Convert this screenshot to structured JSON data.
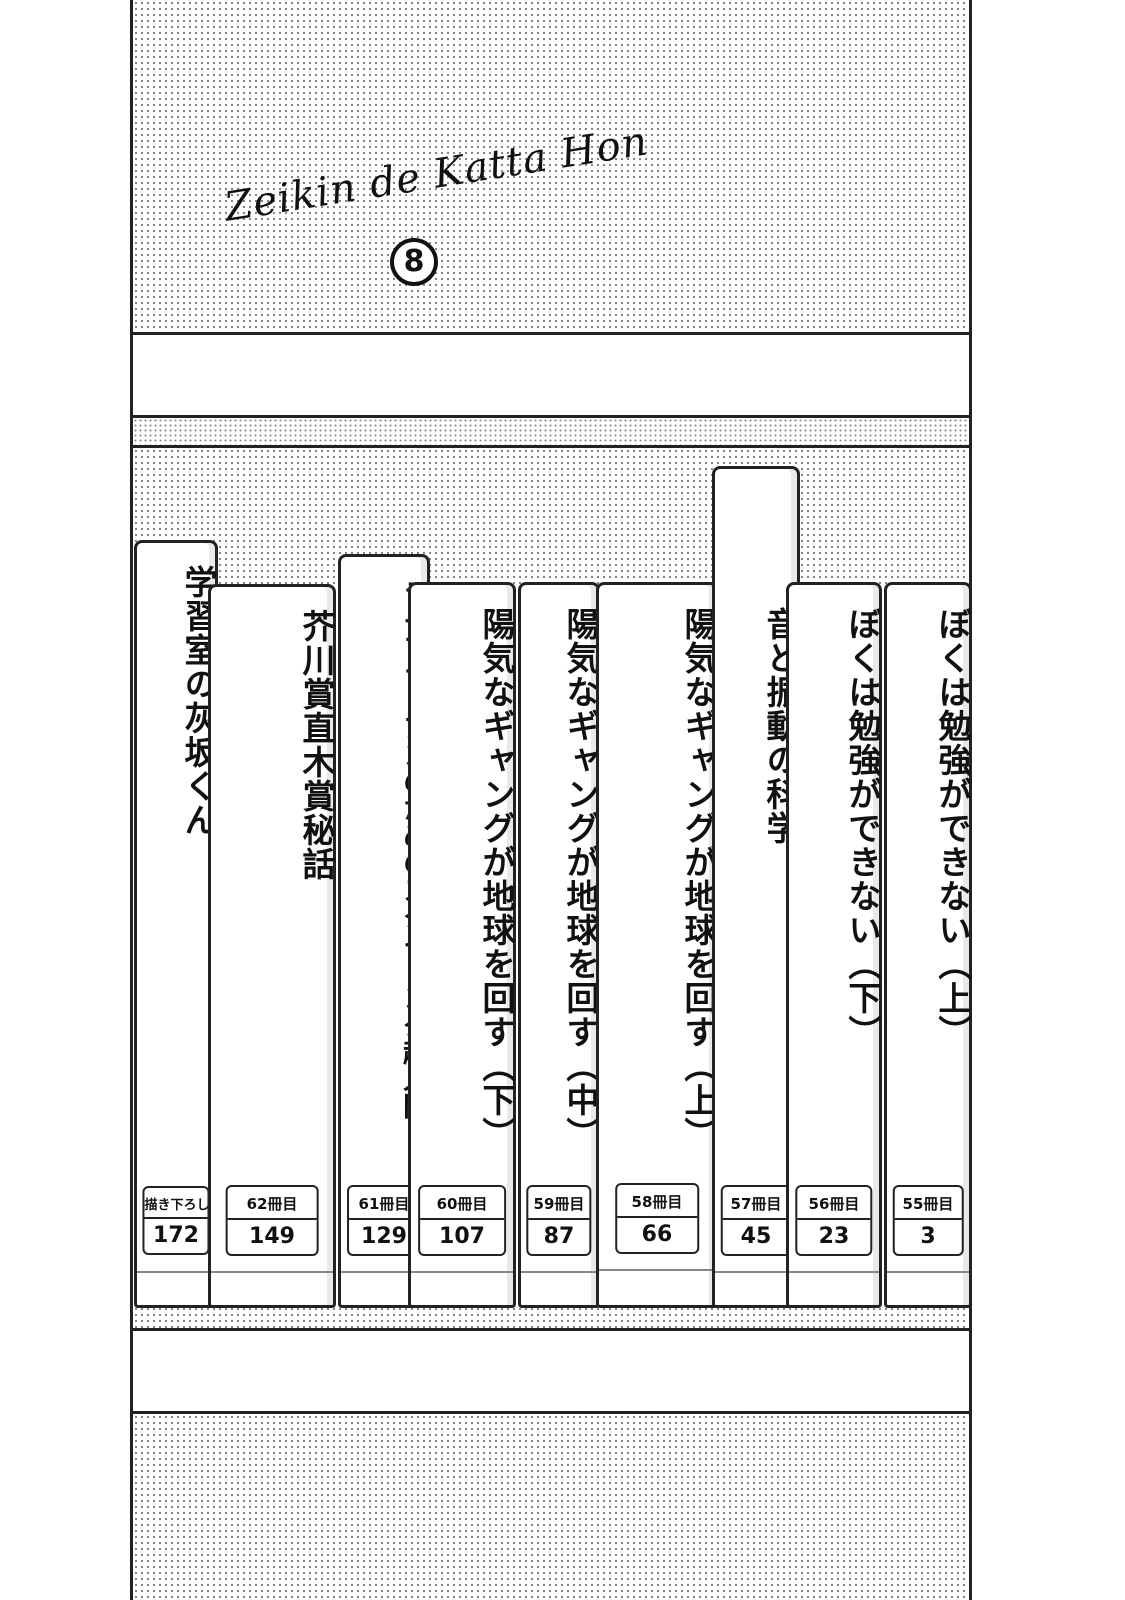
{
  "title": "Zeikin de Katta Hon",
  "volume_mark": "8",
  "books": [
    {
      "spine": "学習室の灰坂くん",
      "label": "描き下ろし",
      "page": "172"
    },
    {
      "spine": "芥川賞直木賞秘話",
      "label": "62冊目",
      "page": "149"
    },
    {
      "spine": "ライブラリアンのためのスタイリング超入門",
      "label": "61冊目",
      "page": "129"
    },
    {
      "spine": "陽気なギャングが地球を回す（下）",
      "label": "60冊目",
      "page": "107"
    },
    {
      "spine": "陽気なギャングが地球を回す（中）",
      "label": "59冊目",
      "page": "87"
    },
    {
      "spine": "陽気なギャングが地球を回す（上）",
      "label": "58冊目",
      "page": "66"
    },
    {
      "spine": "音と振動の科学",
      "label": "57冊目",
      "page": "45"
    },
    {
      "spine": "ぼくは勉強ができない（下）",
      "label": "56冊目",
      "page": "23"
    },
    {
      "spine": "ぼくは勉強ができない（上）",
      "label": "55冊目",
      "page": "3"
    }
  ]
}
